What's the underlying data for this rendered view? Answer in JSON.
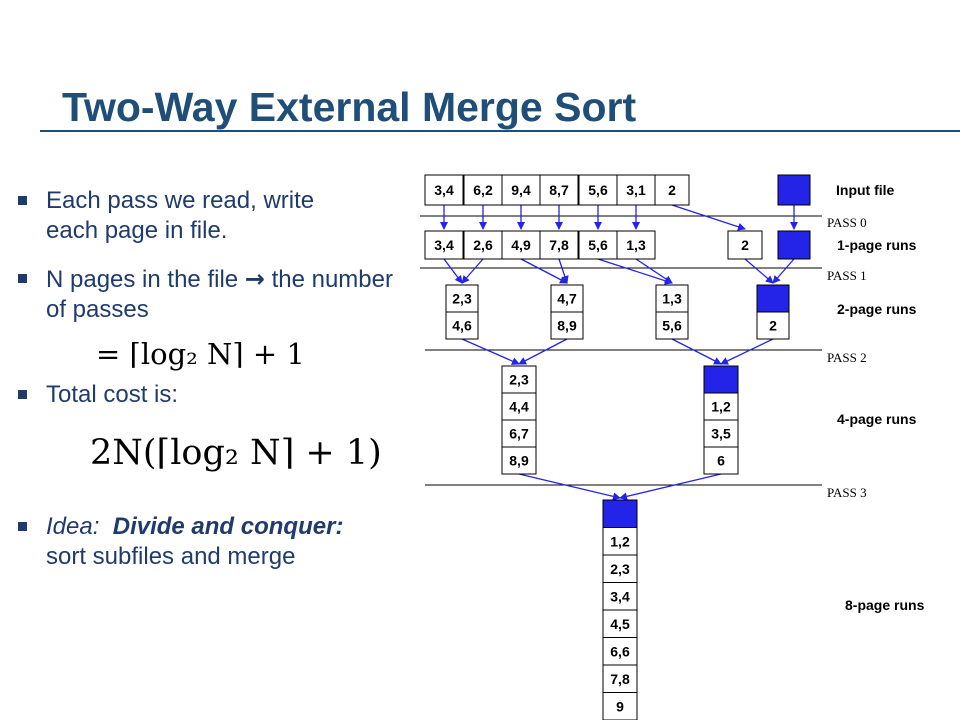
{
  "title": "Two-Way External Merge Sort",
  "bullets": {
    "b1_line1": "Each pass we read, write",
    "b1_line2": "each page in file.",
    "b2_pre": "N pages in the file ",
    "b2_arrow": "→",
    "b2_post": " the number of passes",
    "b3": "Total cost is:",
    "b4_idea": "Idea:",
    "b4_strong": "Divide and conquer:",
    "b4_rest": "sort subfiles and merge"
  },
  "formulas": {
    "passes": "= ⌈log₂ N⌉ + 1",
    "cost": "2N(⌈log₂ N⌉ + 1)"
  },
  "diagram": {
    "input_pages": [
      "3,4",
      "6,2",
      "9,4",
      "8,7",
      "5,6",
      "3,1",
      "2",
      ""
    ],
    "pass0_pages": [
      "3,4",
      "2,6",
      "4,9",
      "7,8",
      "5,6",
      "1,3",
      "2",
      ""
    ],
    "pass1_runs": [
      [
        "2,3",
        "4,6"
      ],
      [
        "4,7",
        "8,9"
      ],
      [
        "1,3",
        "5,6"
      ],
      [
        "",
        "2"
      ]
    ],
    "pass2_runs": [
      [
        "2,3",
        "4,4",
        "6,7",
        "8,9"
      ],
      [
        "",
        "1,2",
        "3,5",
        "6"
      ]
    ],
    "pass3_run": [
      "",
      "1,2",
      "2,3",
      "3,4",
      "4,5",
      "6,6",
      "7,8",
      "9"
    ],
    "pass_labels": [
      "PASS 0",
      "PASS 1",
      "PASS 2",
      "PASS 3"
    ],
    "run_labels": [
      "Input file",
      "1-page runs",
      "2-page runs",
      "4-page runs",
      "8-page runs"
    ],
    "colors": {
      "page_fill": "#2424e8",
      "page_text": "#000000",
      "cell_border": "#000000",
      "arrow": "#2424e8"
    }
  }
}
